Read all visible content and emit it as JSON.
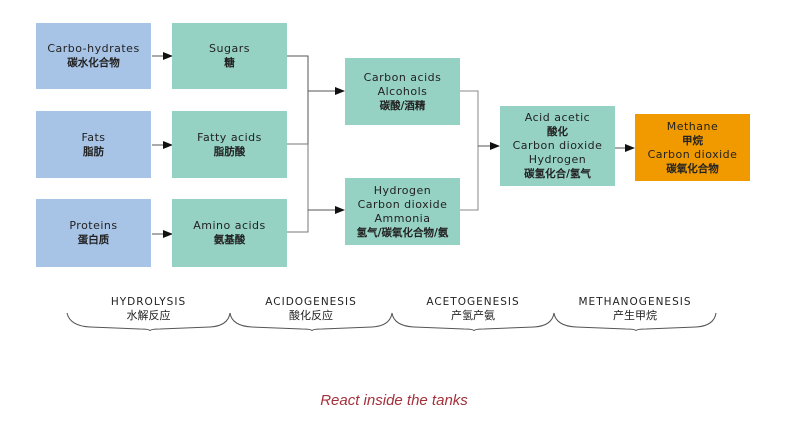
{
  "colors": {
    "input": "#a7c3e6",
    "intermediate": "#96d2c3",
    "output": "#f19a00",
    "caption": "#a3303a"
  },
  "boxes": {
    "carbohydrates": {
      "en": "Carbo-hydrates",
      "cn": "碳水化合物"
    },
    "fats": {
      "en": "Fats",
      "cn": "脂肪"
    },
    "proteins": {
      "en": "Proteins",
      "cn": "蛋白质"
    },
    "sugars": {
      "en": "Sugars",
      "cn": "糖"
    },
    "fatty_acids": {
      "en": "Fatty acids",
      "cn": "脂肪酸"
    },
    "amino_acids": {
      "en": "Amino acids",
      "cn": "氨基酸"
    },
    "carbon_acids": {
      "en1": "Carbon acids",
      "en2": "Alcohols",
      "cn": "碳酸/酒精"
    },
    "hydrogen_group": {
      "en1": "Hydrogen",
      "en2": "Carbon dioxide",
      "en3": "Ammonia",
      "cn": "氢气/碳氧化合物/氨"
    },
    "acid_acetic": {
      "en1": "Acid acetic",
      "cn1": "酸化",
      "en2": "Carbon dioxide",
      "en3": "Hydrogen",
      "cn2": "碳氢化合/氢气"
    },
    "methane": {
      "en1": "Methane",
      "cn1": "甲烷",
      "en2": "Carbon dioxide",
      "cn2": "碳氧化合物"
    }
  },
  "stages": [
    {
      "en": "HYDROLYSIS",
      "cn": "水解反应"
    },
    {
      "en": "ACIDOGENESIS",
      "cn": "酸化反应"
    },
    {
      "en": "ACETOGENESIS",
      "cn": "产氢产氨"
    },
    {
      "en": "METHANOGENESIS",
      "cn": "产生甲烷"
    }
  ],
  "caption": "React inside the tanks"
}
